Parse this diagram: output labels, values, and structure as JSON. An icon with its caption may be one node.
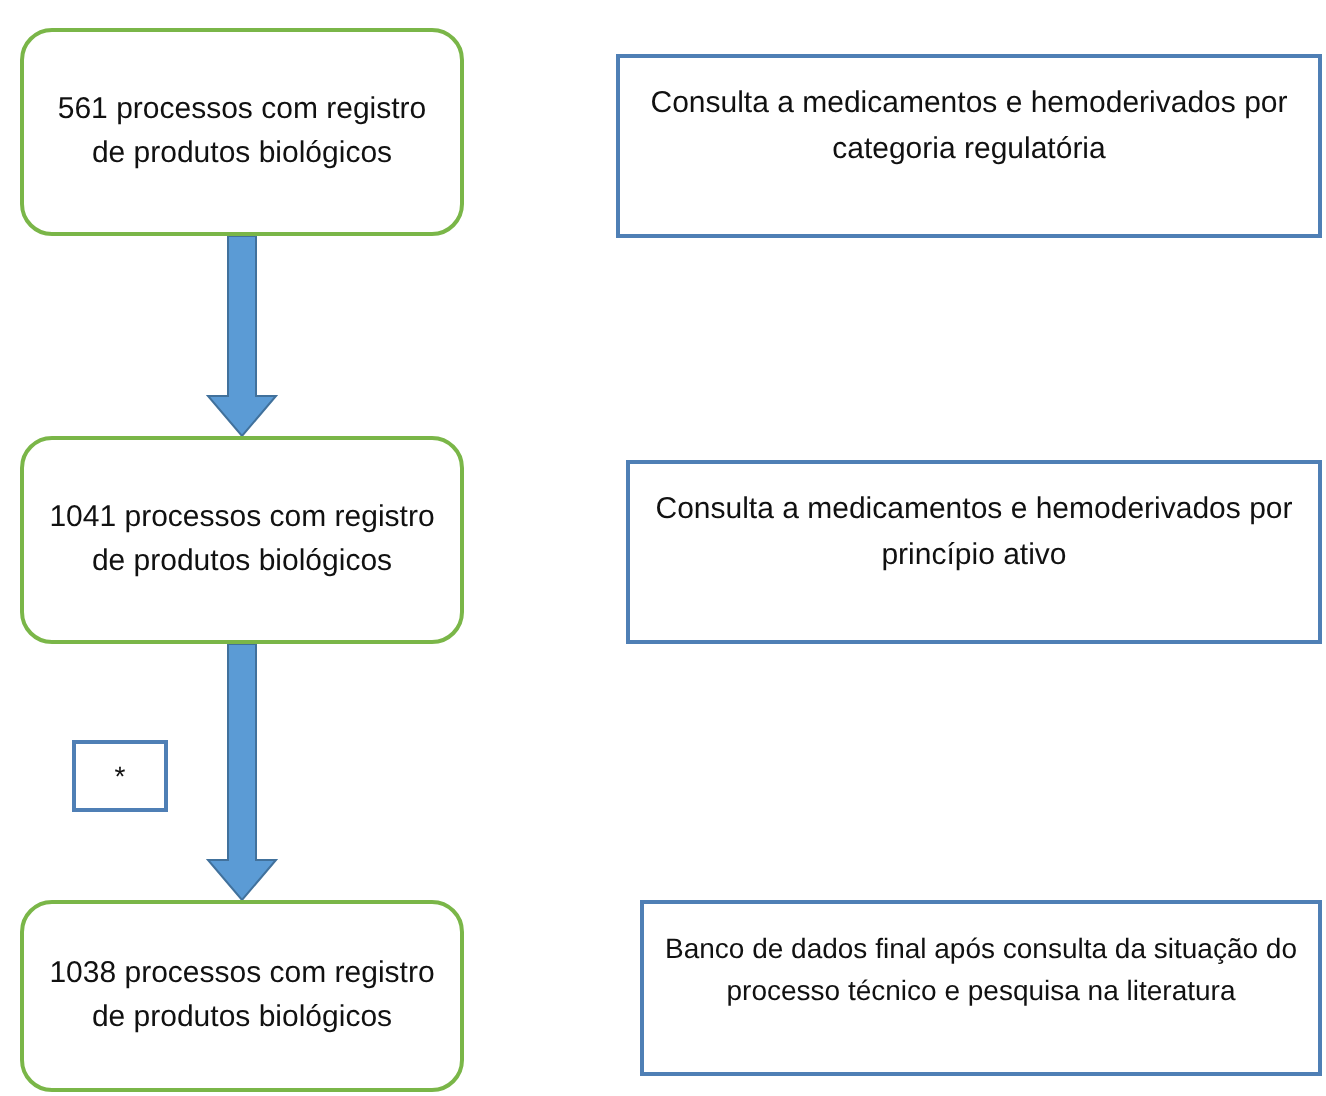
{
  "diagram": {
    "nodes": [
      {
        "text": [
          "561 processos com registro de produtos biológicos"
        ]
      },
      {
        "text": [
          "Consulta a medicamentos e hemoderivados por categoria regulatória"
        ]
      },
      {
        "text": [
          "1041 processos com registro de produtos biológicos"
        ]
      },
      {
        "text": [
          "Consulta a medicamentos e hemoderivados por princípio ativo"
        ]
      },
      {
        "text": [
          "*"
        ]
      },
      {
        "text": [
          "1038 processos com registro de produtos biológicos"
        ]
      },
      {
        "text": [
          "Banco de dados final após consulta da situação do processo técnico e pesquisa na literatura"
        ]
      }
    ],
    "edges": [
      {
        "from": 0,
        "to": 2,
        "arrow": "to",
        "style": "thick"
      },
      {
        "from": 2,
        "to": 5,
        "arrow": "to",
        "style": "thick"
      }
    ]
  }
}
